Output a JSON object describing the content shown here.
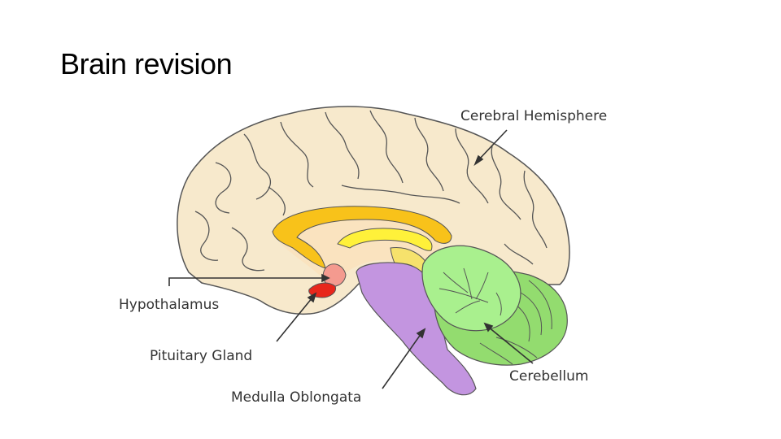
{
  "slide": {
    "title": "Brain revision"
  },
  "diagram": {
    "labels": {
      "cerebral_hemisphere": "Cerebral Hemisphere",
      "hypothalamus": "Hypothalamus",
      "pituitary_gland": "Pituitary Gland",
      "cerebellum": "Cerebellum",
      "medulla_oblongata": "Medulla Oblongata"
    },
    "colors": {
      "cerebrum": "#f7e9cc",
      "outline": "#555555",
      "corpus_callosum": "#f8c21a",
      "fornix": "#fff13a",
      "hypothalamus": "#f49a8f",
      "pituitary": "#e8261b",
      "brainstem": "#c395e0",
      "cerebellum_front": "#a9f08e",
      "cerebellum_back": "#93dc6f"
    }
  }
}
